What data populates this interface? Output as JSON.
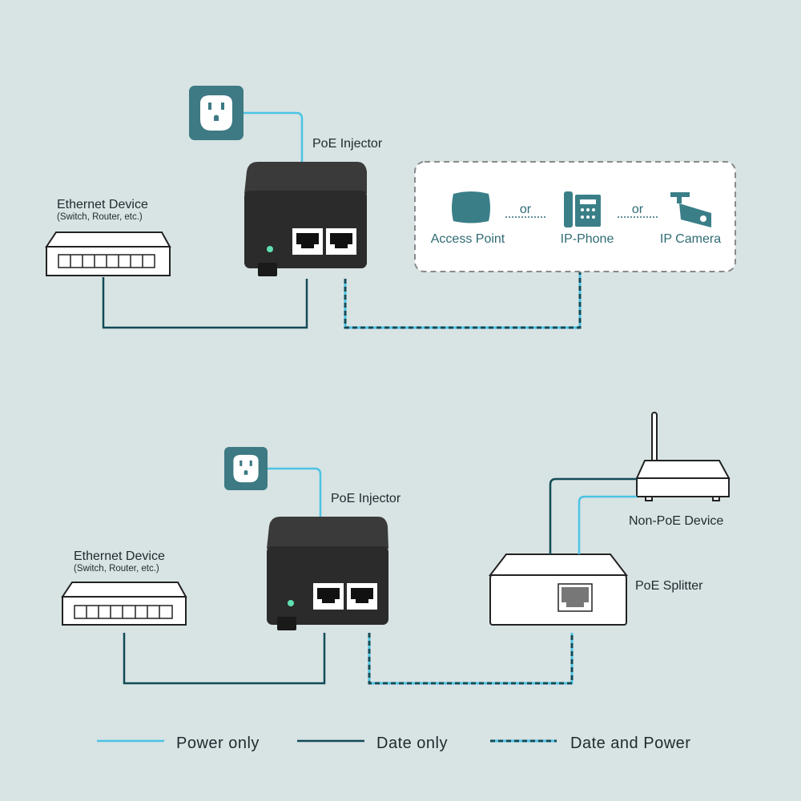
{
  "top": {
    "injector_label": "PoE Injector",
    "ethernet_device": {
      "title": "Ethernet Device",
      "subtitle": "(Switch, Router, etc.)"
    },
    "pd_options": [
      {
        "label": "Access Point",
        "icon": "access-point-icon"
      },
      {
        "label": "IP-Phone",
        "icon": "ip-phone-icon"
      },
      {
        "label": "IP Camera",
        "icon": "ip-camera-icon"
      }
    ],
    "separator": "or"
  },
  "bottom": {
    "injector_label": "PoE Injector",
    "ethernet_device": {
      "title": "Ethernet Device",
      "subtitle": "(Switch, Router, etc.)"
    },
    "non_poe_label": "Non-PoE Device",
    "splitter_label": "PoE Splitter"
  },
  "legend": [
    {
      "label": "Power only",
      "color": "#4cc3e3",
      "style": "solid"
    },
    {
      "label": "Date only",
      "color": "#124b56",
      "style": "solid"
    },
    {
      "label": "Date and Power",
      "color": "#124b56",
      "style": "dashed"
    }
  ],
  "colors": {
    "background": "#d8e3e4",
    "outlet": "#3d7a83",
    "device_icon": "#3a7f88",
    "injector": "#2b2b2b",
    "led": "#5fe0b0"
  }
}
